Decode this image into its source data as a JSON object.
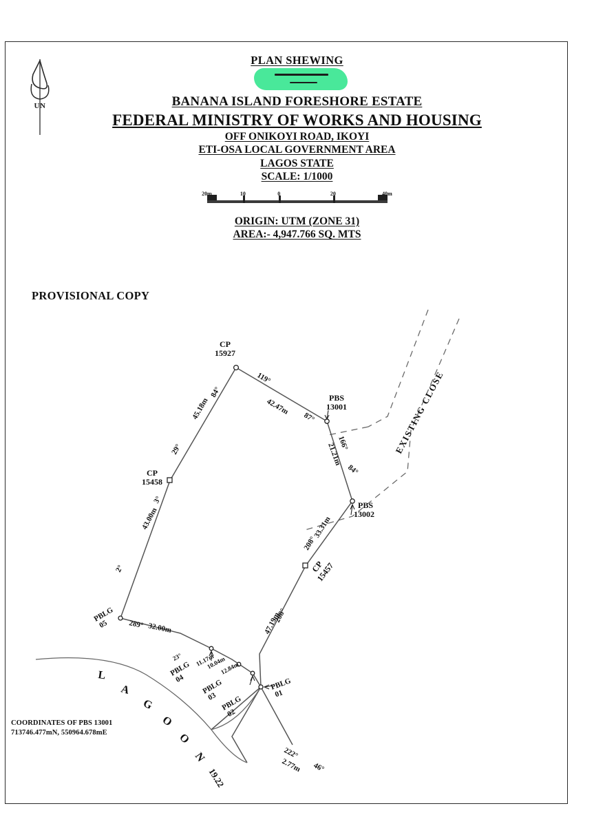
{
  "document": {
    "type": "survey-plan",
    "north_arrow_label": "UN",
    "provisional_stamp": "PROVISIONAL COPY"
  },
  "title_block": {
    "plan_shewing": "PLAN SHEWING",
    "redacted_line": "",
    "estate": "BANANA ISLAND FORESHORE ESTATE",
    "ministry": "FEDERAL MINISTRY OF WORKS AND HOUSING",
    "road": "OFF ONIKOYI ROAD, IKOYI",
    "lga": "ETI-OSA LOCAL GOVERNMENT AREA",
    "state": "LAGOS STATE",
    "scale": "SCALE: 1/1000",
    "origin": "ORIGIN: UTM (ZONE 31)",
    "area": "AREA:- 4,947.766 SQ. MTS"
  },
  "scale_bar": {
    "ticks": [
      {
        "label": "20m",
        "pos": 0
      },
      {
        "label": "10",
        "pos": 20
      },
      {
        "label": "0",
        "pos": 40
      },
      {
        "label": "20",
        "pos": 70
      },
      {
        "label": "40m",
        "pos": 100
      }
    ]
  },
  "coordinates_note": {
    "heading": "COORDINATES OF PBS 13001",
    "value": "713746.477mN, 550964.678mE"
  },
  "map_labels": {
    "lagoon": "LAGOON",
    "existing_close": "EXISTING  CLOSE"
  },
  "stations": [
    {
      "id": "cp-15927",
      "name": "CP",
      "number": "15927"
    },
    {
      "id": "cp-15458",
      "name": "CP",
      "number": "15458"
    },
    {
      "id": "cp-15457",
      "name": "CP",
      "number": "15457"
    },
    {
      "id": "pbs-13001",
      "name": "PBS",
      "number": "13001"
    },
    {
      "id": "pbs-13002",
      "name": "PBS",
      "number": "13002"
    },
    {
      "id": "pblg-05",
      "name": "PBLG",
      "number": "05"
    },
    {
      "id": "pblg-04",
      "name": "PBLG",
      "number": "04"
    },
    {
      "id": "pblg-03",
      "name": "PBLG",
      "number": "03"
    },
    {
      "id": "pblg-02",
      "name": "PBLG",
      "number": "02"
    },
    {
      "id": "pblg-01",
      "name": "PBLG",
      "number": "01"
    }
  ],
  "boundary_legs": [
    {
      "id": "leg-cp15927-pbs13001",
      "bearing": "119°",
      "distance": "42.47m"
    },
    {
      "id": "leg-cp15927-cp15458",
      "bearing": "84°",
      "distance": "45.18m"
    },
    {
      "id": "leg-cp15458-upper",
      "bearing": "29°",
      "distance": ""
    },
    {
      "id": "leg-cp15458-lower",
      "bearing": "3°",
      "distance": "43.00m"
    },
    {
      "id": "leg-to-pblg05",
      "bearing": "2°",
      "distance": ""
    },
    {
      "id": "leg-pblg05-pblg04",
      "bearing": "289°",
      "distance": "32.00m"
    },
    {
      "id": "leg-pbs13001-pbs13002",
      "bearing": "166°",
      "distance": "21.21m"
    },
    {
      "id": "leg-pbs13001-alt",
      "bearing": "87°",
      "distance": ""
    },
    {
      "id": "leg-pbs13002-offset",
      "bearing": "84°",
      "distance": ""
    },
    {
      "id": "leg-pbs13002-cp15457",
      "bearing": "208°",
      "distance": "33.31m"
    },
    {
      "id": "leg-cp15457-south",
      "bearing": "208°",
      "distance": "47.19m"
    },
    {
      "id": "leg-pblg01-south",
      "bearing": "222°",
      "distance": "2.77m"
    },
    {
      "id": "leg-pblg01-east",
      "bearing": "46°",
      "distance": ""
    },
    {
      "id": "leg-pblg04-chain",
      "bearing": "23°",
      "distance": "11.17m"
    },
    {
      "id": "leg-pblg03-chain",
      "bearing": "",
      "distance": "12.84m"
    },
    {
      "id": "leg-pblg02-chain",
      "bearing": "",
      "distance": "10.04m"
    }
  ]
}
